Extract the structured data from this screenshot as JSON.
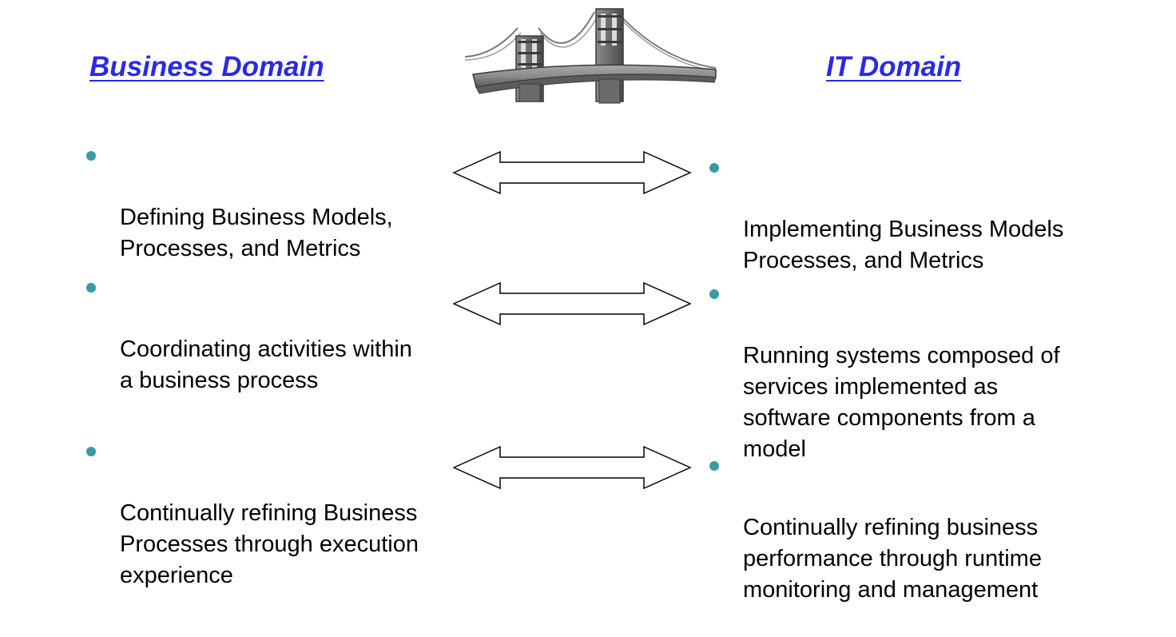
{
  "colors": {
    "heading": "#2a2ae6",
    "bullet": "#3a9aa6",
    "text": "#000000"
  },
  "left": {
    "heading": "Business Domain",
    "items": [
      {
        "text": "Defining Business Models,\nProcesses, and Metrics"
      },
      {
        "text": "Coordinating activities within\na business process"
      },
      {
        "text": "Continually refining Business\nProcesses through execution\nexperience"
      }
    ]
  },
  "right": {
    "heading": "IT Domain",
    "items": [
      {
        "text": "Implementing Business Models\nProcesses, and Metrics"
      },
      {
        "text": "Running systems composed of\nservices implemented as\nsoftware components from a\nmodel"
      },
      {
        "text": "Continually refining business\nperformance through runtime\nmonitoring and management"
      }
    ]
  },
  "connectors": [
    {
      "icon": "double-arrow-icon"
    },
    {
      "icon": "double-arrow-icon"
    },
    {
      "icon": "double-arrow-icon"
    }
  ],
  "illustration": {
    "icon": "bridge-icon"
  }
}
